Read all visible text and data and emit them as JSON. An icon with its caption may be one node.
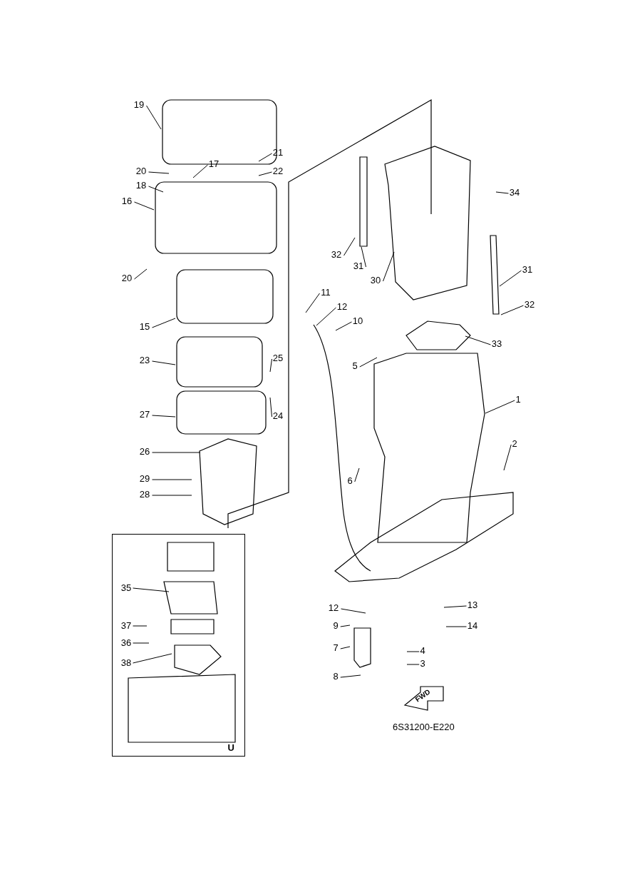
{
  "diagram": {
    "nodes": [
      {
        "text": [
          "19"
        ]
      },
      {
        "text": [
          "21"
        ]
      },
      {
        "text": [
          "17"
        ]
      },
      {
        "text": [
          "20"
        ]
      },
      {
        "text": [
          "22"
        ]
      },
      {
        "text": [
          "18"
        ]
      },
      {
        "text": [
          "16"
        ]
      },
      {
        "text": [
          "20"
        ]
      },
      {
        "text": [
          "15"
        ]
      },
      {
        "text": [
          "23"
        ]
      },
      {
        "text": [
          "25"
        ]
      },
      {
        "text": [
          "24"
        ]
      },
      {
        "text": [
          "27"
        ]
      },
      {
        "text": [
          "26"
        ]
      },
      {
        "text": [
          "29"
        ]
      },
      {
        "text": [
          "28"
        ]
      },
      {
        "text": [
          "U"
        ]
      },
      {
        "text": [
          "35"
        ],
        "in": 16
      },
      {
        "text": [
          "37"
        ],
        "in": 16
      },
      {
        "text": [
          "36"
        ],
        "in": 16
      },
      {
        "text": [
          "38"
        ],
        "in": 16
      },
      {
        "text": [
          "11"
        ]
      },
      {
        "text": [
          "12"
        ]
      },
      {
        "text": [
          "10"
        ]
      },
      {
        "text": [
          "5"
        ]
      },
      {
        "text": [
          "1"
        ]
      },
      {
        "text": [
          "2"
        ]
      },
      {
        "text": [
          "6"
        ]
      },
      {
        "text": [
          "12"
        ]
      },
      {
        "text": [
          "13"
        ]
      },
      {
        "text": [
          "9"
        ]
      },
      {
        "text": [
          "14"
        ]
      },
      {
        "text": [
          "7"
        ]
      },
      {
        "text": [
          "4"
        ]
      },
      {
        "text": [
          "3"
        ]
      },
      {
        "text": [
          "8"
        ]
      },
      {
        "text": [
          "34"
        ]
      },
      {
        "text": [
          "32"
        ]
      },
      {
        "text": [
          "31"
        ]
      },
      {
        "text": [
          "30"
        ]
      },
      {
        "text": [
          "31"
        ]
      },
      {
        "text": [
          "32"
        ]
      },
      {
        "text": [
          "33"
        ]
      }
    ],
    "edges": [
      {
        "from": 0,
        "to": null,
        "arrow": "none"
      },
      {
        "from": 1,
        "to": null,
        "arrow": "none"
      },
      {
        "from": 2,
        "to": null,
        "arrow": "none"
      },
      {
        "from": 3,
        "to": null,
        "arrow": "none"
      },
      {
        "from": 4,
        "to": null,
        "arrow": "none"
      },
      {
        "from": 5,
        "to": null,
        "arrow": "none"
      },
      {
        "from": 6,
        "to": null,
        "arrow": "none"
      },
      {
        "from": 7,
        "to": null,
        "arrow": "none"
      },
      {
        "from": 8,
        "to": null,
        "arrow": "none"
      },
      {
        "from": 9,
        "to": null,
        "arrow": "none"
      },
      {
        "from": 10,
        "to": null,
        "arrow": "none"
      },
      {
        "from": 11,
        "to": null,
        "arrow": "none"
      },
      {
        "from": 12,
        "to": null,
        "arrow": "none"
      },
      {
        "from": 13,
        "to": null,
        "arrow": "none"
      },
      {
        "from": 14,
        "to": null,
        "arrow": "none"
      },
      {
        "from": 15,
        "to": null,
        "arrow": "none"
      },
      {
        "from": 17,
        "to": null,
        "arrow": "none"
      },
      {
        "from": 18,
        "to": null,
        "arrow": "none"
      },
      {
        "from": 19,
        "to": null,
        "arrow": "none"
      },
      {
        "from": 20,
        "to": null,
        "arrow": "none"
      },
      {
        "from": 21,
        "to": null,
        "arrow": "none"
      },
      {
        "from": 22,
        "to": null,
        "arrow": "none"
      },
      {
        "from": 23,
        "to": null,
        "arrow": "none"
      },
      {
        "from": 24,
        "to": null,
        "arrow": "none"
      },
      {
        "from": 25,
        "to": null,
        "arrow": "none"
      },
      {
        "from": 26,
        "to": null,
        "arrow": "none"
      },
      {
        "from": 27,
        "to": null,
        "arrow": "none"
      },
      {
        "from": 28,
        "to": null,
        "arrow": "none"
      },
      {
        "from": 29,
        "to": null,
        "arrow": "none"
      },
      {
        "from": 30,
        "to": null,
        "arrow": "none"
      },
      {
        "from": 31,
        "to": null,
        "arrow": "none"
      },
      {
        "from": 32,
        "to": null,
        "arrow": "none"
      },
      {
        "from": 33,
        "to": null,
        "arrow": "none"
      },
      {
        "from": 34,
        "to": null,
        "arrow": "none"
      },
      {
        "from": 35,
        "to": null,
        "arrow": "none"
      },
      {
        "from": 36,
        "to": null,
        "arrow": "none"
      },
      {
        "from": 37,
        "to": null,
        "arrow": "none"
      },
      {
        "from": 38,
        "to": null,
        "arrow": "none"
      },
      {
        "from": 39,
        "to": null,
        "arrow": "none"
      },
      {
        "from": 40,
        "to": null,
        "arrow": "none"
      },
      {
        "from": 41,
        "to": null,
        "arrow": "none"
      },
      {
        "from": 42,
        "to": null,
        "arrow": "none"
      }
    ],
    "labels": [
      "FWD",
      "6S31200-E220"
    ]
  }
}
